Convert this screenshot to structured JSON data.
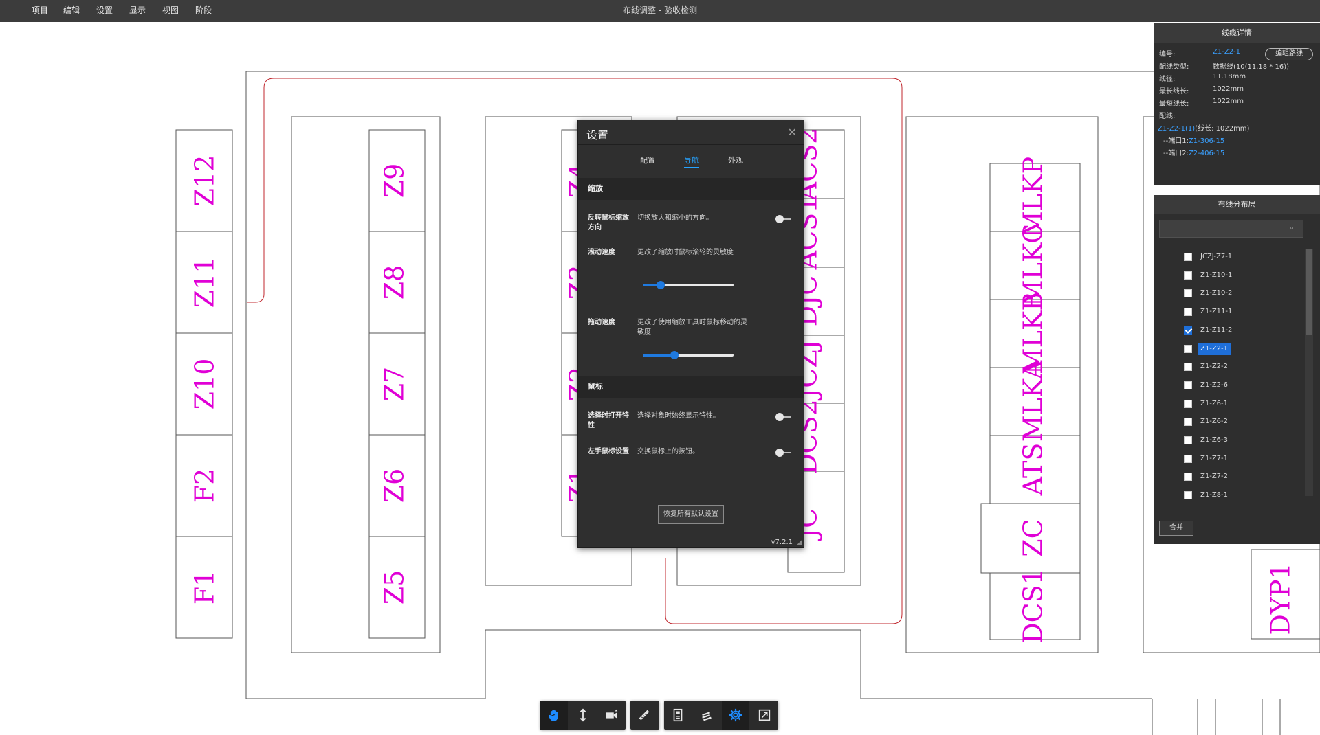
{
  "menubar": {
    "items": [
      "项目",
      "编辑",
      "设置",
      "显示",
      "视图",
      "阶段"
    ],
    "window_title": "布线调整 - 验收检测"
  },
  "cabinets": [
    "Z12",
    "Z11",
    "Z10",
    "F2",
    "F1",
    "Z9",
    "Z8",
    "Z7",
    "Z6",
    "Z5",
    "Z4",
    "Z3",
    "Z2",
    "Z1",
    "ACS2",
    "ACS1",
    "DJC",
    "JCZJ",
    "DCS2",
    "JC",
    "MLKP",
    "MLKC",
    "MLKB",
    "MLKA",
    "ATS",
    "ZC",
    "DCS1",
    "DYP1"
  ],
  "settings": {
    "title": "设置",
    "close_icon": "close-icon",
    "tabs": [
      {
        "label": "配置",
        "active": false
      },
      {
        "label": "导航",
        "active": true
      },
      {
        "label": "外观",
        "active": false
      }
    ],
    "zoom_section": "缩放",
    "reverse_wheel": {
      "name": "反转鼠标缩放方向",
      "desc": "切换放大和缩小的方向。",
      "on": false
    },
    "scroll_speed": {
      "name": "滚动速度",
      "desc": "更改了缩放时鼠标滚轮的灵敏度",
      "level": 0.2
    },
    "drag_speed": {
      "name": "拖动速度",
      "desc": "更改了使用缩放工具时鼠标移动的灵敏度",
      "level": 0.35
    },
    "mouse_section": "鼠标",
    "open_props": {
      "name": "选择时打开特性",
      "desc": "选择对象时始终显示特性。",
      "on": false
    },
    "left_hand": {
      "name": "左手鼠标设置",
      "desc": "交换鼠标上的按钮。",
      "on": false
    },
    "reset_label": "恢复所有默认设置",
    "version": "v7.2.1"
  },
  "cable_details": {
    "title": "线缆详情",
    "edit_route": "编辑路线",
    "id_label": "编号:",
    "id_value": "Z1-Z2-1",
    "type_label": "配线类型:",
    "type_value": "数据线(10(11.18 * 16))",
    "dia_label": "线径:",
    "dia_value": "11.18mm",
    "max_label": "最长线长:",
    "max_value": "1022mm",
    "min_label": "最短线长:",
    "min_value": "1022mm",
    "wiring_label": "配线:",
    "wiring_link": "Z1-Z2-1(1)",
    "wiring_len": "(线长: 1022mm)",
    "port1_label": "--端口1:",
    "port1_value": "Z1-306-15",
    "port2_label": "--端口2:",
    "port2_value": "Z2-406-15"
  },
  "layers": {
    "title": "布线分布层",
    "search_placeholder": "",
    "items": [
      {
        "label": "JCZJ-Z7-1",
        "checked": false,
        "selected": false
      },
      {
        "label": "Z1-Z10-1",
        "checked": false,
        "selected": false
      },
      {
        "label": "Z1-Z10-2",
        "checked": false,
        "selected": false
      },
      {
        "label": "Z1-Z11-1",
        "checked": false,
        "selected": false
      },
      {
        "label": "Z1-Z11-2",
        "checked": true,
        "selected": false
      },
      {
        "label": "Z1-Z2-1",
        "checked": false,
        "selected": true
      },
      {
        "label": "Z1-Z2-2",
        "checked": false,
        "selected": false
      },
      {
        "label": "Z1-Z2-6",
        "checked": false,
        "selected": false
      },
      {
        "label": "Z1-Z6-1",
        "checked": false,
        "selected": false
      },
      {
        "label": "Z1-Z6-2",
        "checked": false,
        "selected": false
      },
      {
        "label": "Z1-Z6-3",
        "checked": false,
        "selected": false
      },
      {
        "label": "Z1-Z7-1",
        "checked": false,
        "selected": false
      },
      {
        "label": "Z1-Z7-2",
        "checked": false,
        "selected": false
      },
      {
        "label": "Z1-Z8-1",
        "checked": false,
        "selected": false
      }
    ],
    "merge_label": "合并"
  },
  "toolbar": {
    "buttons": [
      "pan-hand-icon",
      "move-vertical-icon",
      "camera-icon",
      "ruler-icon",
      "properties-icon",
      "layers-icon",
      "gear-icon",
      "fullscreen-icon"
    ],
    "active": [
      "pan-hand-icon",
      "gear-icon"
    ]
  },
  "colors": {
    "cabinet_label": "#e000d6",
    "accent": "#26a3ff",
    "selected": "#1f6fd9",
    "route_line": "#c0282f"
  }
}
